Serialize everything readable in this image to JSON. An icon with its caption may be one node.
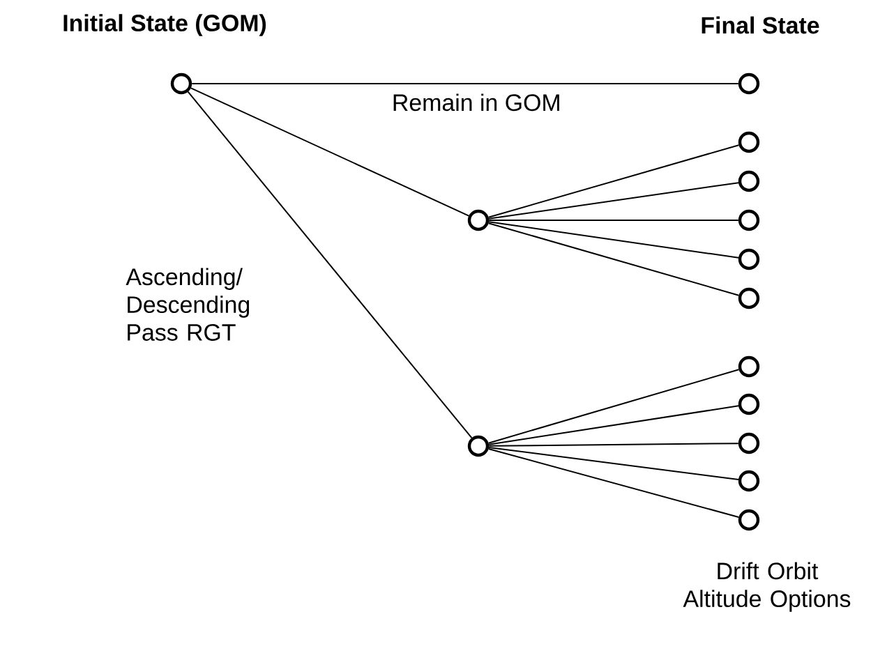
{
  "diagram": {
    "nodes": [
      {
        "text": [],
        "shape": "circle"
      },
      {
        "text": [],
        "shape": "circle"
      },
      {
        "text": [],
        "shape": "circle"
      },
      {
        "text": [],
        "shape": "circle"
      },
      {
        "text": [],
        "shape": "circle"
      },
      {
        "text": [],
        "shape": "circle"
      },
      {
        "text": [],
        "shape": "circle"
      },
      {
        "text": [],
        "shape": "circle"
      },
      {
        "text": [],
        "shape": "circle"
      },
      {
        "text": [],
        "shape": "circle"
      },
      {
        "text": [],
        "shape": "circle"
      },
      {
        "text": [],
        "shape": "circle"
      },
      {
        "text": [],
        "shape": "circle"
      },
      {
        "text": [],
        "shape": "circle"
      }
    ],
    "edges": [
      {
        "from": 0,
        "to": 1,
        "arrow": "none",
        "label": "Remain in GOM"
      },
      {
        "from": 0,
        "to": 2,
        "arrow": "none"
      },
      {
        "from": 0,
        "to": 8,
        "arrow": "none"
      },
      {
        "from": 2,
        "to": 3,
        "arrow": "none"
      },
      {
        "from": 2,
        "to": 4,
        "arrow": "none"
      },
      {
        "from": 2,
        "to": 5,
        "arrow": "none"
      },
      {
        "from": 2,
        "to": 6,
        "arrow": "none"
      },
      {
        "from": 2,
        "to": 7,
        "arrow": "none"
      },
      {
        "from": 8,
        "to": 9,
        "arrow": "none"
      },
      {
        "from": 8,
        "to": 10,
        "arrow": "none"
      },
      {
        "from": 8,
        "to": 11,
        "arrow": "none"
      },
      {
        "from": 8,
        "to": 12,
        "arrow": "none"
      },
      {
        "from": 8,
        "to": 13,
        "arrow": "none"
      }
    ],
    "labels": [
      "Initial State (GOM)",
      "Final State",
      "Ascending/ Descending Pass RGT",
      "Drift Orbit Altitude Options"
    ]
  }
}
